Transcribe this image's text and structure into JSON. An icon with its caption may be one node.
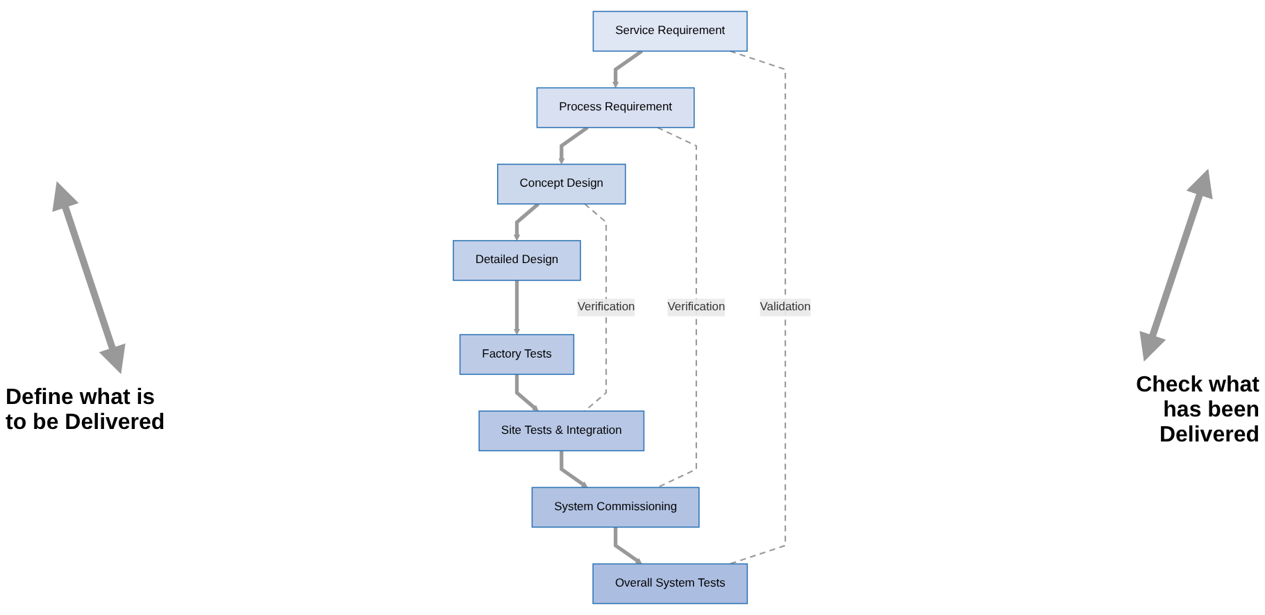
{
  "diagram": {
    "nodes": [
      {
        "text": [
          "Service Requirement"
        ]
      },
      {
        "text": [
          "Overall System Tests"
        ]
      },
      {
        "text": [
          "Process Requirement"
        ]
      },
      {
        "text": [
          "System Commissioning"
        ]
      },
      {
        "text": [
          "Concept Design"
        ]
      },
      {
        "text": [
          "Site Tests & Integration"
        ]
      },
      {
        "text": [
          "Detailed Design"
        ]
      },
      {
        "text": [
          "Factory Tests"
        ]
      }
    ],
    "edges": [
      {
        "from": 0,
        "to": 2,
        "arrow": "to"
      },
      {
        "from": 2,
        "to": 4,
        "arrow": "to"
      },
      {
        "from": 4,
        "to": 6,
        "arrow": "to"
      },
      {
        "from": 6,
        "to": 7,
        "arrow": "to"
      },
      {
        "from": 7,
        "to": 5,
        "arrow": "to"
      },
      {
        "from": 5,
        "to": 3,
        "arrow": "to"
      },
      {
        "from": 3,
        "to": 1,
        "arrow": "to"
      },
      {
        "from": 0,
        "to": 1,
        "arrow": "none",
        "label": "Validation",
        "style": "dashed"
      },
      {
        "from": 2,
        "to": 3,
        "arrow": "none",
        "label": "Verification",
        "style": "dashed"
      },
      {
        "from": 4,
        "to": 5,
        "arrow": "none",
        "label": "Verification",
        "style": "dashed"
      }
    ],
    "labels": [
      "Define what is to be Delivered",
      "Check what has been Delivered"
    ]
  }
}
